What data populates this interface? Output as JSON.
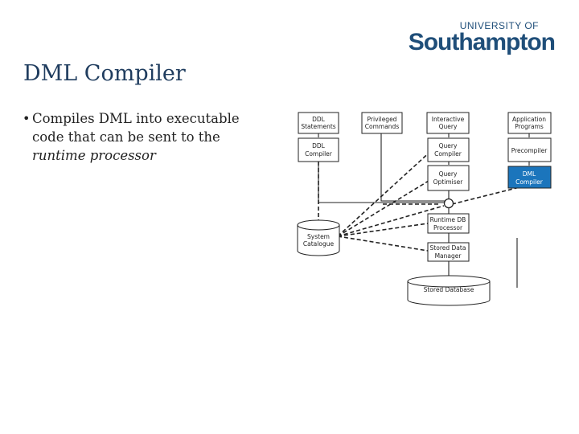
{
  "logo": {
    "top": "UNIVERSITY OF",
    "main": "Southampton"
  },
  "title": "DML Compiler",
  "bullet": {
    "text": "Compiles DML into executable code that can be sent to the",
    "italic": "runtime processor"
  },
  "diagram": {
    "ddl_statements": [
      "DDL",
      "Statements"
    ],
    "privileged_commands": [
      "Privileged",
      "Commands"
    ],
    "interactive_query": [
      "Interactive",
      "Query"
    ],
    "application_programs": [
      "Application",
      "Programs"
    ],
    "ddl_compiler": [
      "DDL",
      "Compiler"
    ],
    "query_compiler": [
      "Query",
      "Compiler"
    ],
    "precompiler": [
      "Precompiler"
    ],
    "query_optimiser": [
      "Query",
      "Optimiser"
    ],
    "dml_compiler": [
      "DML",
      "Compiler"
    ],
    "runtime_db_processor": [
      "Runtime DB",
      "Processor"
    ],
    "system_catalogue": [
      "System",
      "Catalogue"
    ],
    "stored_data_manager": [
      "Stored Data",
      "Manager"
    ],
    "stored_database": [
      "Stored Database"
    ]
  },
  "colors": {
    "highlight": "#1b75bc",
    "title": "#1f3c5e",
    "logo": "#1f4e79"
  }
}
